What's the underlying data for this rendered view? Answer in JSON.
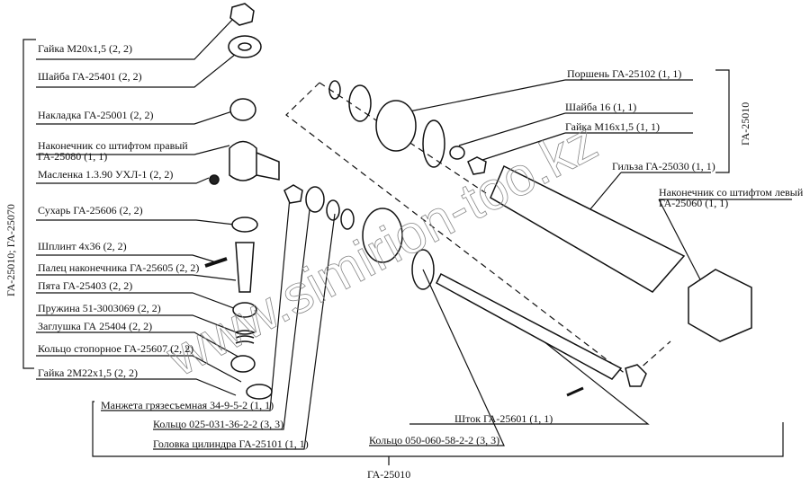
{
  "labels_left": [
    "Гайка М20х1,5 (2, 2)",
    "Шайба ГА-25401 (2, 2)",
    "Накладка ГА-25001 (2, 2)",
    "Наконечник со штифтом правый",
    "ГА-25080 (1, 1)",
    "Масленка 1.3.90 УХЛ-1 (2, 2)",
    "Сухарь ГА-25606 (2, 2)",
    "Шплинт 4х36 (2, 2)",
    "Палец наконечника ГА-25605 (2, 2)",
    "Пята ГА-25403 (2, 2)",
    "Пружина 51-3003069 (2, 2)",
    "Заглушка ГА 25404 (2, 2)",
    "Кольцо стопорное ГА-25607 (2, 2)",
    "Гайка 2М22х1,5 (2, 2)"
  ],
  "labels_bottom": [
    "Манжета грязесъемная 34-9-5-2 (1, 1)",
    "Кольцо 025-031-36-2-2 (3, 3)",
    "Головка цилиндра ГА-25101 (1, 1)",
    "Кольцо 050-060-58-2-2 (3, 3)",
    "Шток ГА-25601 (1, 1)"
  ],
  "labels_right": [
    "Поршень ГА-25102 (1, 1)",
    "Шайба 16 (1, 1)",
    "Гайка М16х1,5 (1, 1)",
    "Гильза ГА-25030 (1, 1)",
    "Наконечник со штифтом левый",
    "ГА-25060 (1, 1)"
  ],
  "group_left": "ГА-25010; ГА-25070",
  "group_right": "ГА-25010",
  "group_bottom": "ГА-25010",
  "watermark": "www.simirion-too.kz"
}
